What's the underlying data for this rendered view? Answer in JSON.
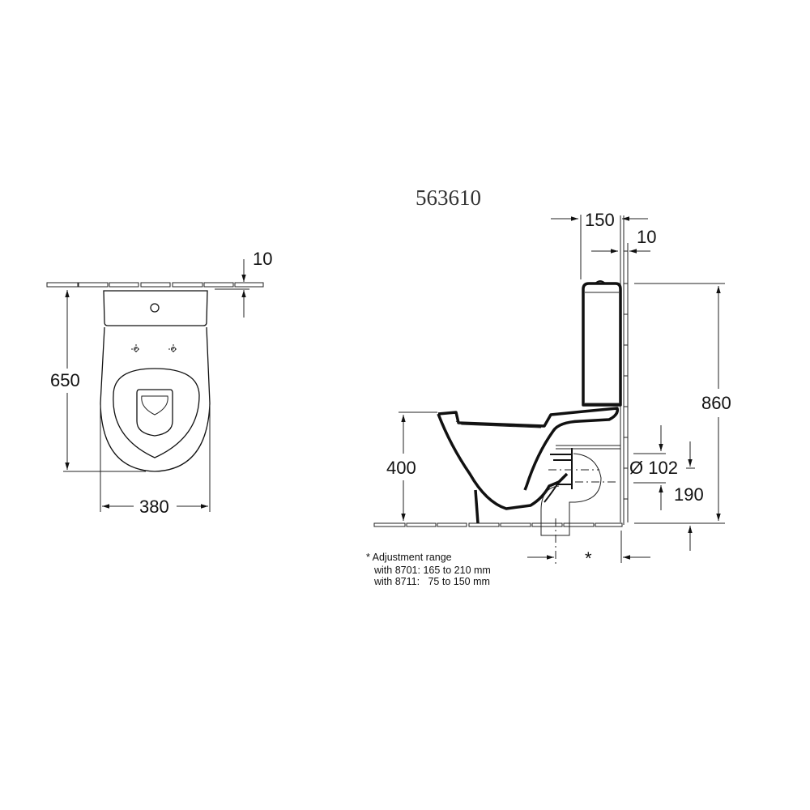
{
  "drawing": {
    "title": "563610",
    "plan_view": {
      "dimensions": {
        "wall_gap": "10",
        "depth": "650",
        "width": "380"
      }
    },
    "side_view": {
      "dimensions": {
        "tank_depth": "150",
        "wall_gap": "10",
        "total_height": "860",
        "seat_height": "400",
        "outlet_diameter": "Ø 102",
        "outlet_height": "190",
        "adjustment_marker": "*"
      }
    },
    "notes": {
      "line1": "* Adjustment range",
      "line2": "with 8701: 165 to 210 mm",
      "line3": "with 8711:   75 to 150 mm"
    }
  }
}
